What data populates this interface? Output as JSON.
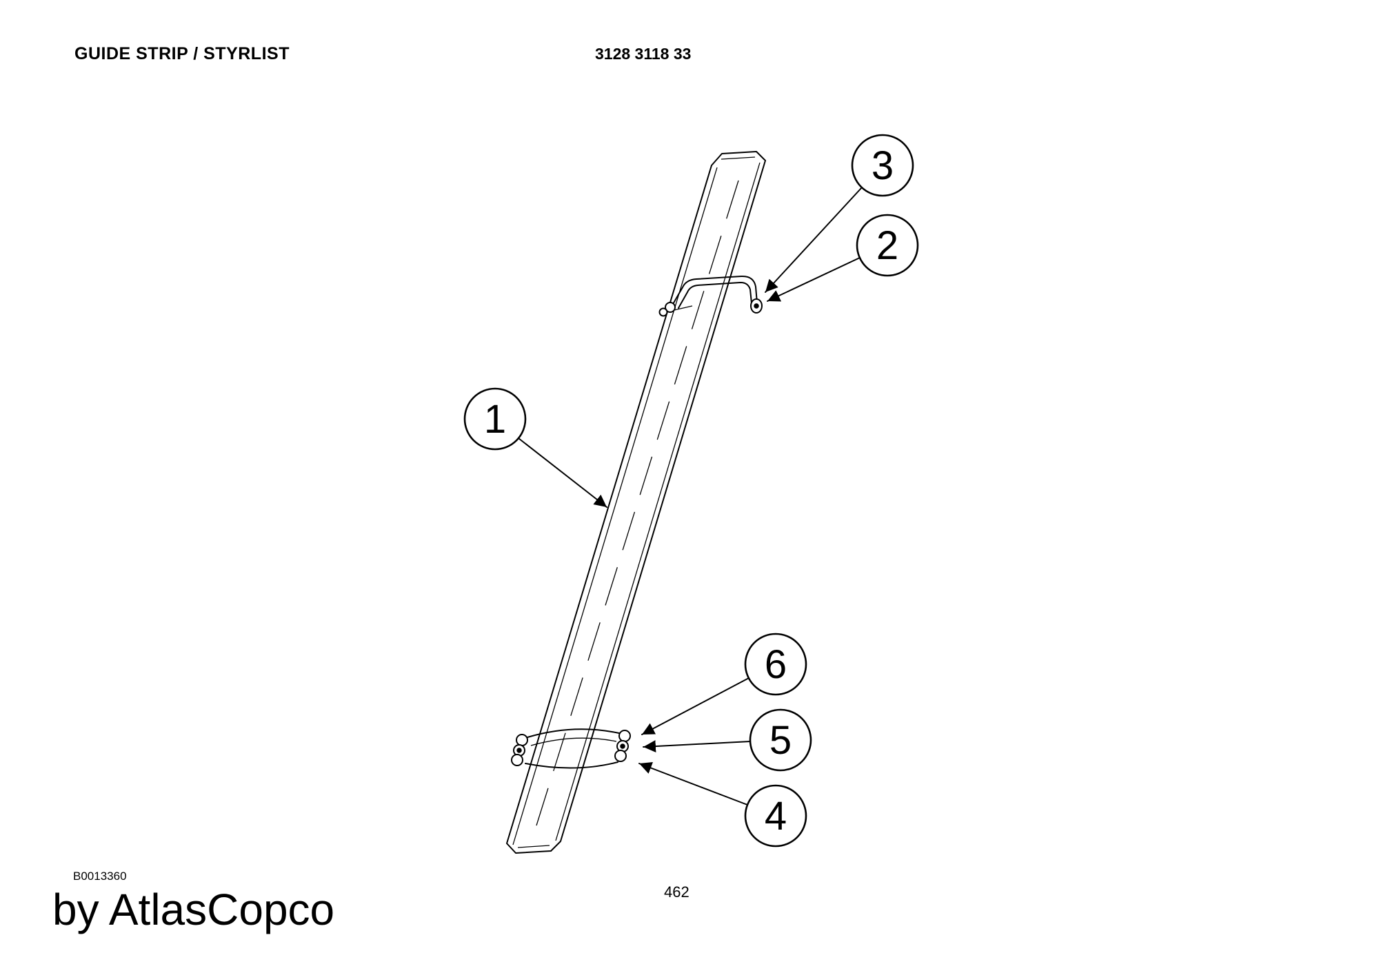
{
  "header": {
    "title": "GUIDE STRIP / STYRLIST",
    "document_number": "3128 3118 33"
  },
  "footer": {
    "drawing_code": "B0013360",
    "branding": "by AtlasCopco",
    "page_number": "462"
  },
  "colors": {
    "ink": "#000000",
    "background": "#ffffff"
  },
  "diagram": {
    "type": "exploded-parts-line-drawing",
    "subject": "Guide strip with upper and lower clamp fittings",
    "callouts": [
      {
        "label": "1"
      },
      {
        "label": "2"
      },
      {
        "label": "3"
      },
      {
        "label": "4"
      },
      {
        "label": "5"
      },
      {
        "label": "6"
      }
    ]
  }
}
